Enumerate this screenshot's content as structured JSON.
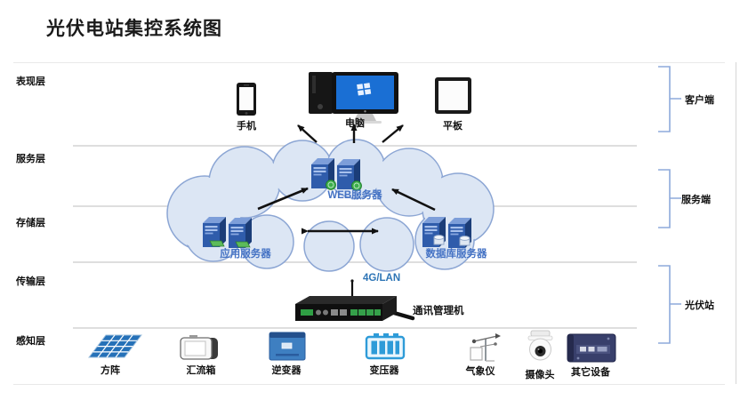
{
  "title": "光伏电站集控系统图",
  "layers": [
    {
      "id": "presentation",
      "label": "表现层"
    },
    {
      "id": "service",
      "label": "服务层"
    },
    {
      "id": "storage",
      "label": "存储层"
    },
    {
      "id": "transport",
      "label": "传输层"
    },
    {
      "id": "sense",
      "label": "感知层"
    }
  ],
  "client_devices": [
    {
      "id": "phone",
      "label": "手机"
    },
    {
      "id": "pc",
      "label": "电脑"
    },
    {
      "id": "tablet",
      "label": "平板"
    }
  ],
  "cloud_servers": [
    {
      "id": "web",
      "label": "WEB服务器"
    },
    {
      "id": "app",
      "label": "应用服务器"
    },
    {
      "id": "db",
      "label": "数据库服务器"
    }
  ],
  "transport_layer": {
    "link_label": "4G/LAN",
    "device_label": "通讯管理机"
  },
  "sense_devices": [
    {
      "id": "array",
      "label": "方阵"
    },
    {
      "id": "combiner",
      "label": "汇流箱"
    },
    {
      "id": "inverter",
      "label": "逆变器"
    },
    {
      "id": "transformer",
      "label": "变压器"
    },
    {
      "id": "weather",
      "label": "气象仪"
    },
    {
      "id": "camera",
      "label": "摄像头"
    },
    {
      "id": "other",
      "label": "其它设备"
    }
  ],
  "groups": [
    {
      "id": "client",
      "label": "客户端"
    },
    {
      "id": "server",
      "label": "服务端"
    },
    {
      "id": "station",
      "label": "光伏站"
    }
  ],
  "colors": {
    "server_label": "#4472c4",
    "link_label": "#2e75b6",
    "cloud_fill": "#dce6f4",
    "cloud_stroke": "#8ca6d4",
    "bracket": "#8eaadb",
    "divider": "#dedede"
  }
}
